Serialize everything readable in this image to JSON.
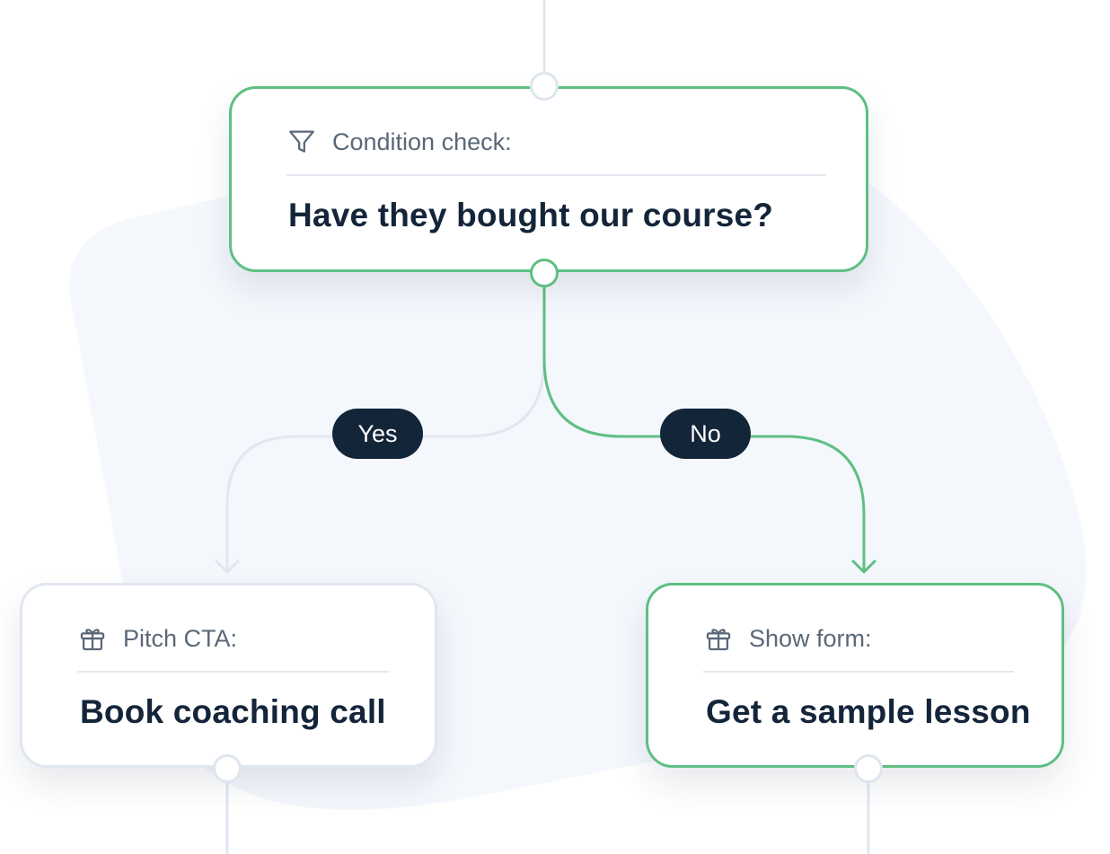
{
  "colors": {
    "accent_green": "#5fbf82",
    "idle_line": "#dfe5ef",
    "dark_navy": "#132538",
    "label_gray": "#5a6878",
    "title_navy": "#14253a",
    "background_blob": "#f4f7fc"
  },
  "condition_card": {
    "icon": "filter-icon",
    "label": "Condition check:",
    "title": "Have they bought our course?"
  },
  "branches": {
    "yes_label": "Yes",
    "no_label": "No"
  },
  "pitch_card": {
    "icon": "gift-icon",
    "label": "Pitch CTA:",
    "title": "Book coaching call"
  },
  "form_card": {
    "icon": "gift-icon",
    "label": "Show form:",
    "title": "Get a sample lesson"
  }
}
